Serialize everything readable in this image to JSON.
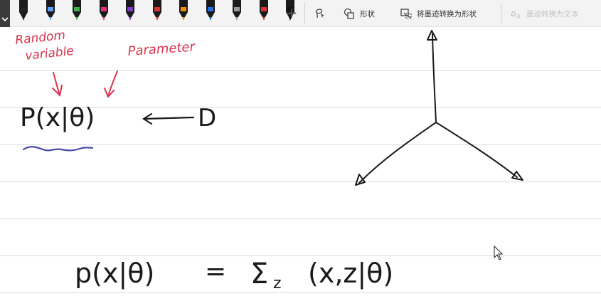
{
  "toolbar": {
    "pens": [
      {
        "icon": "pen-black-icon",
        "color": "#1a1a1a",
        "tip": "#222222"
      },
      {
        "icon": "pen-black-icon",
        "color": "#1a1a1a",
        "tip": "#5aa0ff"
      },
      {
        "icon": "pen-green-icon",
        "color": "#1a1a1a",
        "tip": "#3fb04a"
      },
      {
        "icon": "pen-magenta-icon",
        "color": "#1a1a1a",
        "tip": "#e0347a"
      },
      {
        "icon": "pen-purple-icon",
        "color": "#1a1a1a",
        "tip": "#7a3cc7"
      },
      {
        "icon": "pen-red-icon",
        "color": "#1a1a1a",
        "tip": "#e03131"
      },
      {
        "icon": "pen-orange-icon",
        "color": "#1a1a1a",
        "tip": "#f08c00"
      },
      {
        "icon": "pen-blue-icon",
        "color": "#1a1a1a",
        "tip": "#1f6fe5"
      },
      {
        "icon": "pen-grey-icon",
        "color": "#1a1a1a",
        "tip": "#9a9a9a"
      },
      {
        "icon": "pen-red-icon",
        "color": "#1a1a1a",
        "tip": "#e03131"
      },
      {
        "icon": "pen-black-icon",
        "color": "#1a1a1a",
        "tip": "#111111"
      }
    ],
    "add_pen": "+",
    "lasso_icon": "lasso-select-icon",
    "shapes_label": "形状",
    "convert_label": "将墨迹转换为形状",
    "ink_to_text_label": "墨迹转换为文本"
  },
  "ink": {
    "annotation_random_line1": "Random",
    "annotation_random_line2": "variable",
    "annotation_parameter": "Parameter",
    "expr_top": "P(x|θ)",
    "expr_top_arrow_target": "D",
    "expr_bottom_left": "p(x|θ)",
    "expr_bottom_equals": "=",
    "expr_bottom_sum": "Σ",
    "expr_bottom_sub": "z",
    "expr_bottom_right": "(x,z|θ)"
  },
  "colors": {
    "annotation": "#d8334f",
    "ink": "#1a1a1a",
    "underline": "#4a4aa8",
    "ruled_line": "#d6dbe3"
  }
}
